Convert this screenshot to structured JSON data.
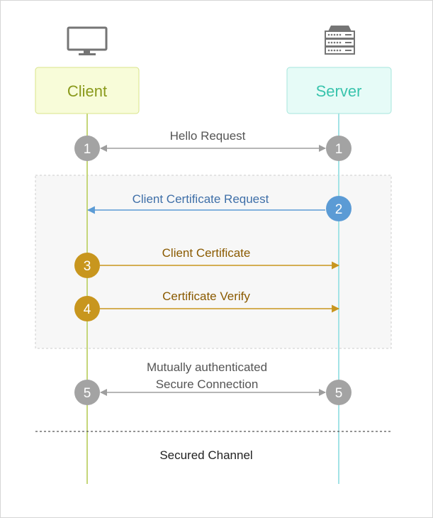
{
  "participants": {
    "client": {
      "label": "Client",
      "icon": "monitor-icon",
      "box_fill": "#f8fcd9",
      "box_stroke": "#d8e38a",
      "text_color": "#8a9a1c",
      "lifeline_color": "#c5d67a"
    },
    "server": {
      "label": "Server",
      "icon": "server-rack-icon",
      "box_fill": "#e6fbf7",
      "box_stroke": "#a6e6dc",
      "text_color": "#39c4ad",
      "lifeline_color": "#a3e3e6"
    }
  },
  "colors": {
    "gray": "#9e9e9e",
    "blue": "#5b9bd5",
    "gold": "#c8961e",
    "label_gray": "#555555",
    "label_blue": "#3f6fa8",
    "label_gold": "#8a5a00",
    "group_fill": "#f7f7f7",
    "group_stroke": "#cccccc"
  },
  "messages": [
    {
      "step": "1",
      "label": "Hello Request",
      "direction": "both",
      "color": "gray"
    },
    {
      "step": "2",
      "label": "Client Certificate Request",
      "direction": "server-to-client",
      "color": "blue"
    },
    {
      "step": "3",
      "label": "Client Certificate",
      "direction": "client-to-server",
      "color": "gold"
    },
    {
      "step": "4",
      "label": "Certificate Verify",
      "direction": "client-to-server",
      "color": "gold"
    },
    {
      "step": "5",
      "label_line1": "Mutually authenticated",
      "label_line2": "Secure Connection",
      "direction": "both",
      "color": "gray"
    }
  ],
  "footer": {
    "label": "Secured Channel"
  }
}
